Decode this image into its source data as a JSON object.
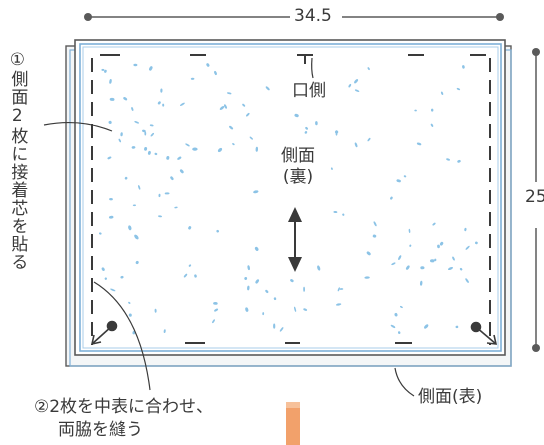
{
  "dimensions": {
    "width": "34.5",
    "height": "25"
  },
  "labels": {
    "mouth_side": "口側",
    "side_back_line1": "側面",
    "side_back_line2": "(裏)",
    "side_front": "側面(表)",
    "step1_number": "①",
    "step1_text": "側面2枚に接着芯を貼る",
    "step2_line1": "②2枚を中表に合わせ、",
    "step2_line2": "両脇を縫う"
  },
  "colors": {
    "outline": "#5a5a5a",
    "fabric_blue": "#7fb1d8",
    "dots": "#8cc3e6",
    "arrow_accent": "#f2a16b"
  }
}
